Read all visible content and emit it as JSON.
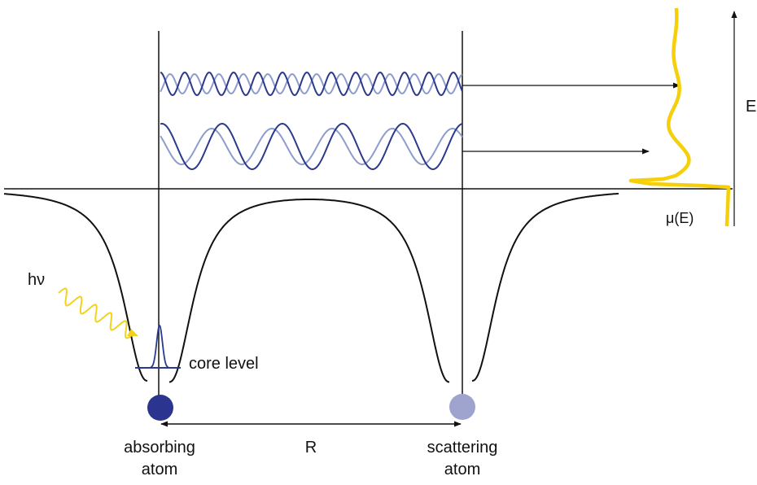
{
  "labels": {
    "energy_axis": "E",
    "absorption": "μ(E)",
    "photon": "hν",
    "core_level": "core level",
    "distance": "R",
    "absorbing_atom_line1": "absorbing",
    "absorbing_atom_line2": "atom",
    "scattering_atom_line1": "scattering",
    "scattering_atom_line2": "atom"
  },
  "colors": {
    "line": "#111111",
    "wave_dark": "#2b3a8c",
    "wave_light": "#8e9ccc",
    "absorbing_atom": "#2b3590",
    "scattering_atom": "#9fa4cf",
    "photon": "#f2d21b",
    "spectrum": "#f5cf0a"
  }
}
